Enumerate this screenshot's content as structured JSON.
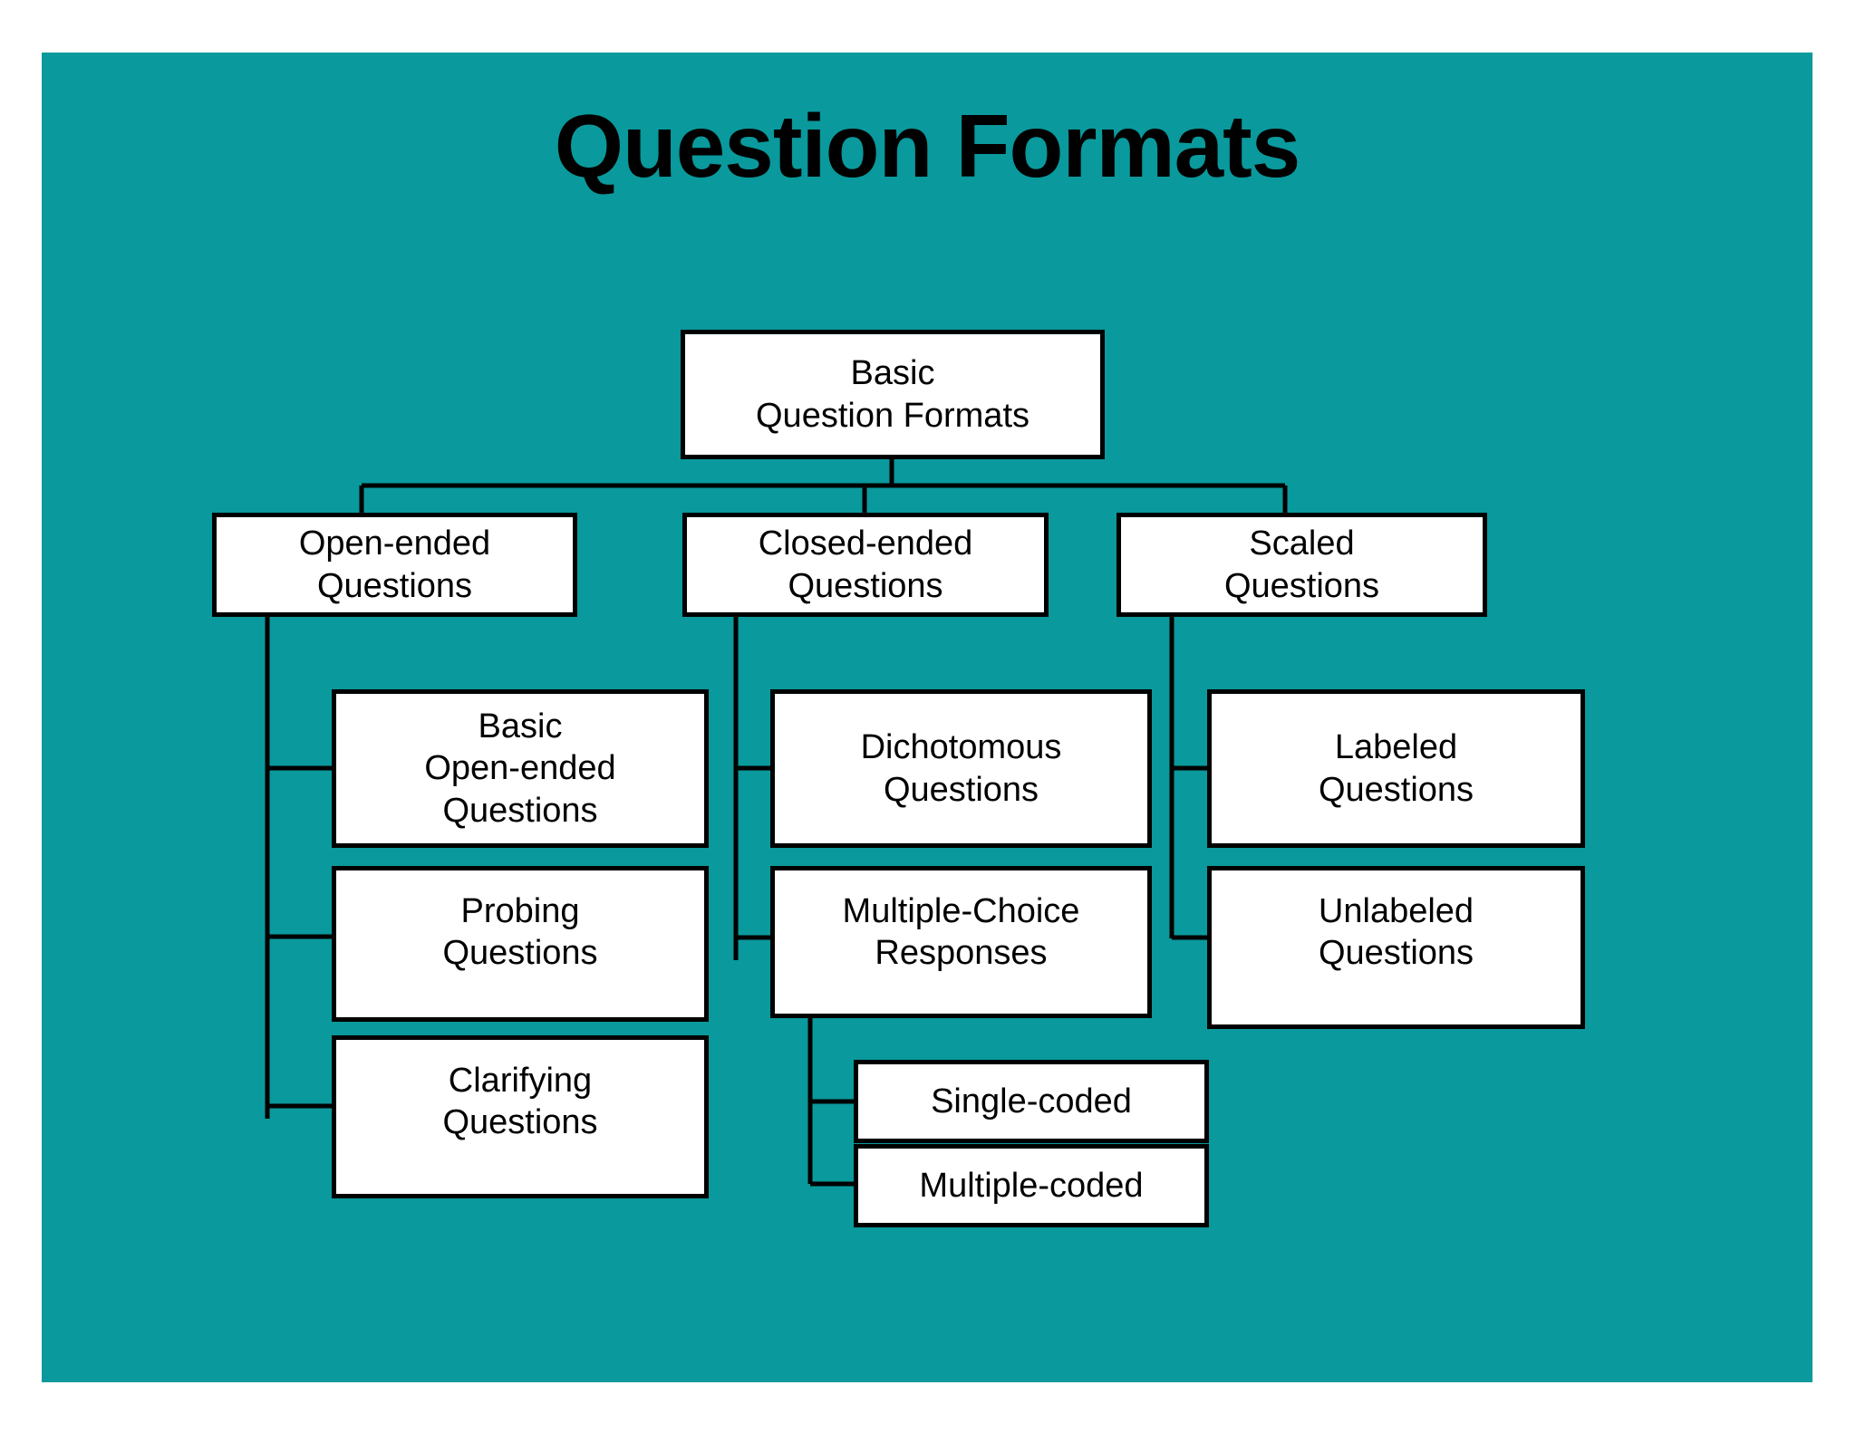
{
  "slide": {
    "title": "Question Formats",
    "background_color": "#0a999c",
    "box_fill_color": "#ffffff",
    "box_border_color": "#000000",
    "text_color": "#000000",
    "page_background_color": "#ffffff"
  },
  "diagram": {
    "type": "hierarchy-tree",
    "root": {
      "id": "basic-question-formats",
      "label": "Basic\nQuestion Formats"
    },
    "branches": [
      {
        "id": "open-ended-questions",
        "label": "Open-ended\nQuestions",
        "children": [
          {
            "id": "basic-open-ended-questions",
            "label": "Basic\nOpen-ended\nQuestions"
          },
          {
            "id": "probing-questions",
            "label": "Probing\nQuestions"
          },
          {
            "id": "clarifying-questions",
            "label": "Clarifying\nQuestions"
          }
        ]
      },
      {
        "id": "closed-ended-questions",
        "label": "Closed-ended\nQuestions",
        "children": [
          {
            "id": "dichotomous-questions",
            "label": "Dichotomous\nQuestions"
          },
          {
            "id": "multiple-choice-responses",
            "label": "Multiple-Choice\nResponses",
            "children": [
              {
                "id": "single-coded",
                "label": "Single-coded"
              },
              {
                "id": "multiple-coded",
                "label": "Multiple-coded"
              }
            ]
          }
        ]
      },
      {
        "id": "scaled-questions",
        "label": "Scaled\nQuestions",
        "children": [
          {
            "id": "labeled-questions",
            "label": "Labeled\nQuestions"
          },
          {
            "id": "unlabeled-questions",
            "label": "Unlabeled\nQuestions"
          }
        ]
      }
    ]
  },
  "nodes": {
    "root": "Basic\nQuestion Formats",
    "open_ended": "Open-ended\nQuestions",
    "closed_ended": "Closed-ended\nQuestions",
    "scaled": "Scaled\nQuestions",
    "basic_open_ended": "Basic\nOpen-ended\nQuestions",
    "probing": "Probing\nQuestions",
    "clarifying": "Clarifying\nQuestions",
    "dichotomous": "Dichotomous\nQuestions",
    "multiple_choice": "Multiple-Choice\nResponses",
    "labeled": "Labeled\nQuestions",
    "unlabeled": "Unlabeled\nQuestions",
    "single_coded": "Single-coded",
    "multiple_coded": "Multiple-coded"
  }
}
